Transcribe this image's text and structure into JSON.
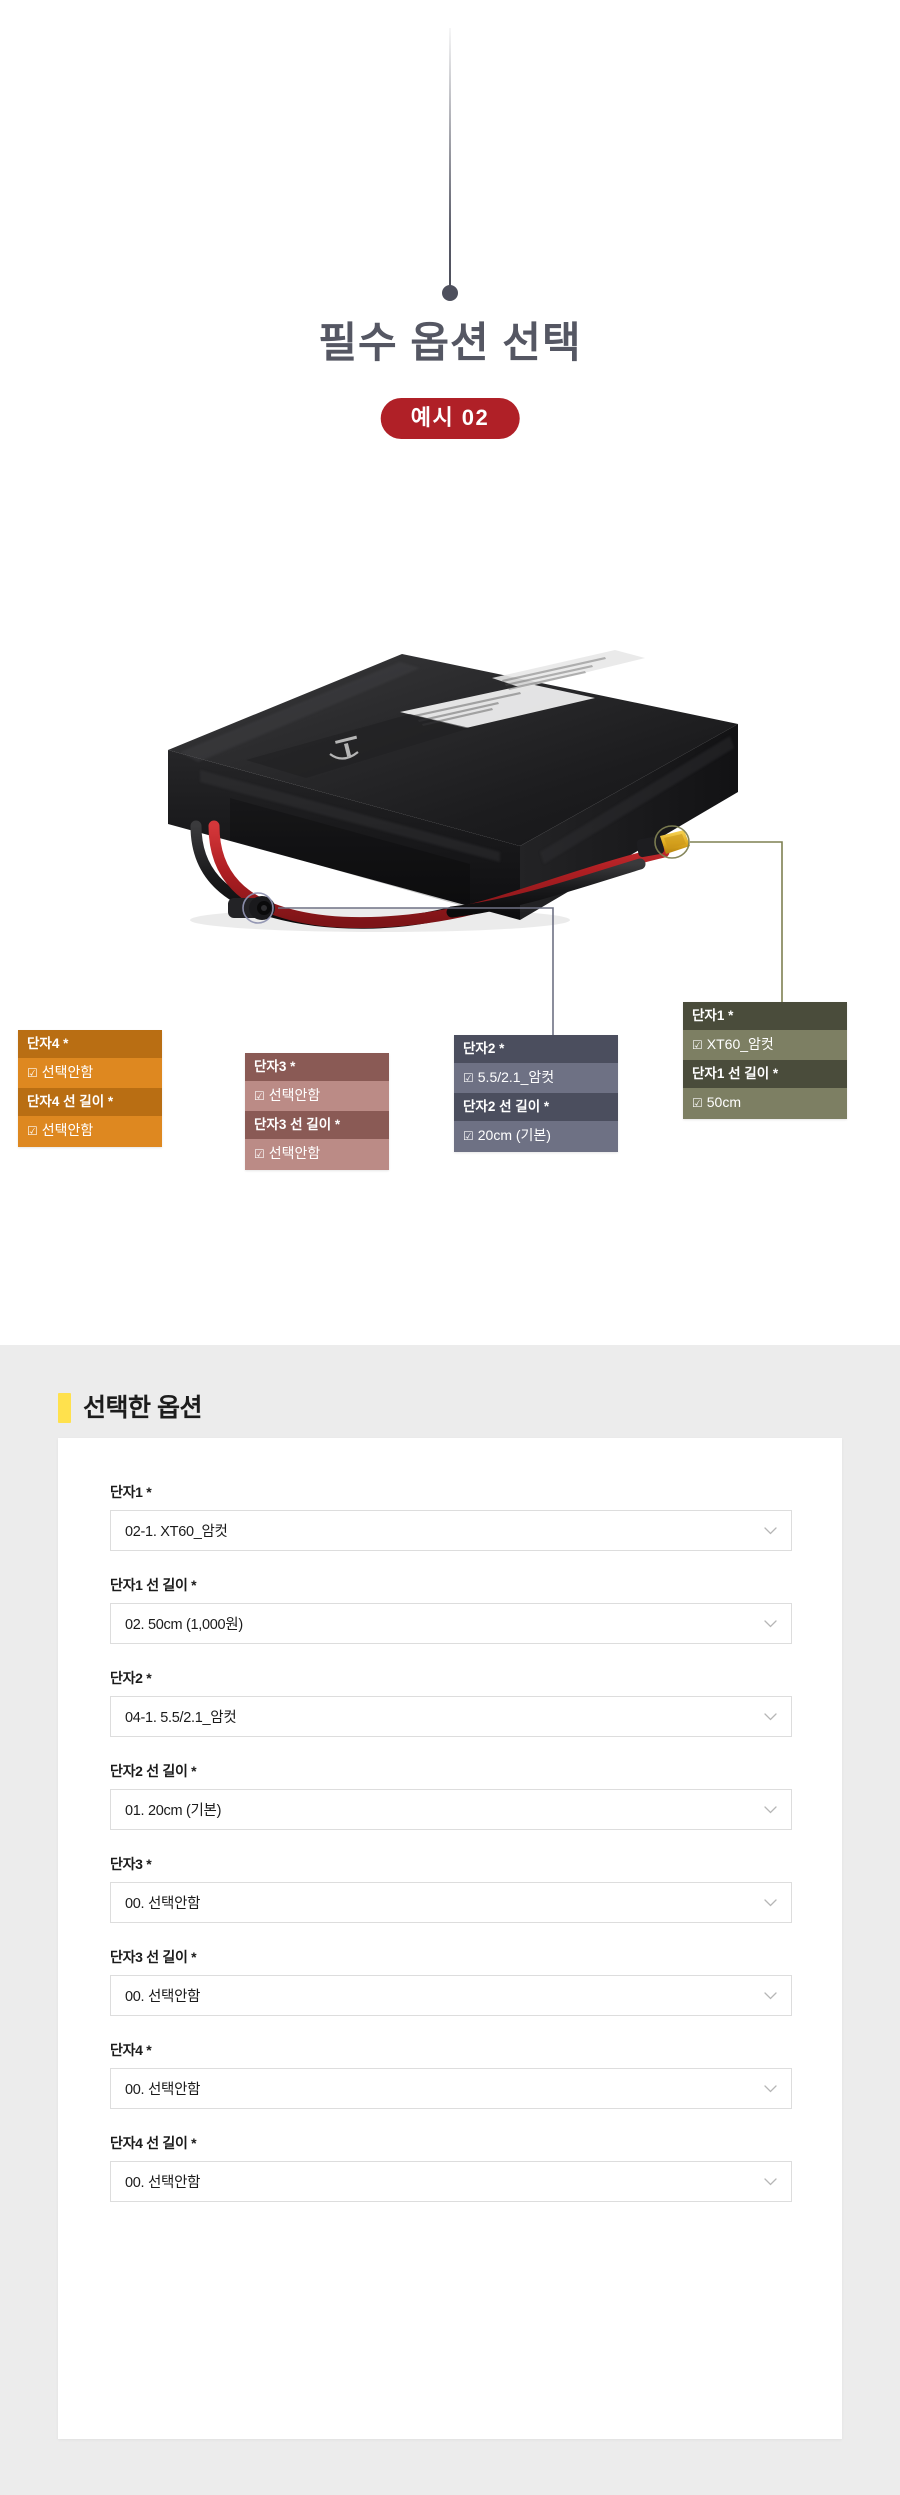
{
  "hero": {
    "title": "필수 옵션 선택",
    "badge": "예시 02"
  },
  "callouts": [
    {
      "id": "terminal4",
      "theme": "orange",
      "rows": [
        {
          "label": "단자4 *",
          "value": "선택안함"
        },
        {
          "label": "단자4 선 길이 *",
          "value": "선택안함"
        }
      ]
    },
    {
      "id": "terminal3",
      "theme": "rose",
      "rows": [
        {
          "label": "단자3 *",
          "value": "선택안함"
        },
        {
          "label": "단자3 선 길이 *",
          "value": "선택안함"
        }
      ]
    },
    {
      "id": "terminal2",
      "theme": "slate",
      "rows": [
        {
          "label": "단자2 *",
          "value": "5.5/2.1_암컷"
        },
        {
          "label": "단자2 선 길이 *",
          "value": "20cm (기본)"
        }
      ]
    },
    {
      "id": "terminal1",
      "theme": "olive",
      "rows": [
        {
          "label": "단자1 *",
          "value": "XT60_암컷"
        },
        {
          "label": "단자1 선 길이 *",
          "value": "50cm"
        }
      ]
    }
  ],
  "icons": {
    "check": "☑",
    "chevron_down": "chevron-down-icon",
    "pin": "pin-dot-icon"
  },
  "colors": {
    "badge_red": "#b02027",
    "title_grey": "#555763",
    "accent_yellow": "#ffe14d",
    "panel_grey": "#ececec",
    "olive_head": "#4a4c3b",
    "olive_body": "#7d7f63",
    "slate_head": "#4b4e5e",
    "slate_body": "#6e7184",
    "rose_head": "#8a5a55",
    "rose_body": "#bb8b86",
    "orange_head": "#b96e13",
    "orange_body": "#de8820"
  },
  "selected_options": {
    "heading": "선택한 옵션",
    "fields": [
      {
        "label": "단자1 *",
        "value": "02-1. XT60_암컷"
      },
      {
        "label": "단자1 선 길이 *",
        "value": "02. 50cm (1,000원)"
      },
      {
        "label": "단자2 *",
        "value": "04-1. 5.5/2.1_암컷"
      },
      {
        "label": "단자2 선 길이 *",
        "value": "01. 20cm (기본)"
      },
      {
        "label": "단자3 *",
        "value": "00. 선택안함"
      },
      {
        "label": "단자3 선 길이 *",
        "value": "00. 선택안함"
      },
      {
        "label": "단자4 *",
        "value": "00. 선택안함"
      },
      {
        "label": "단자4 선 길이 *",
        "value": "00. 선택안함"
      }
    ]
  }
}
